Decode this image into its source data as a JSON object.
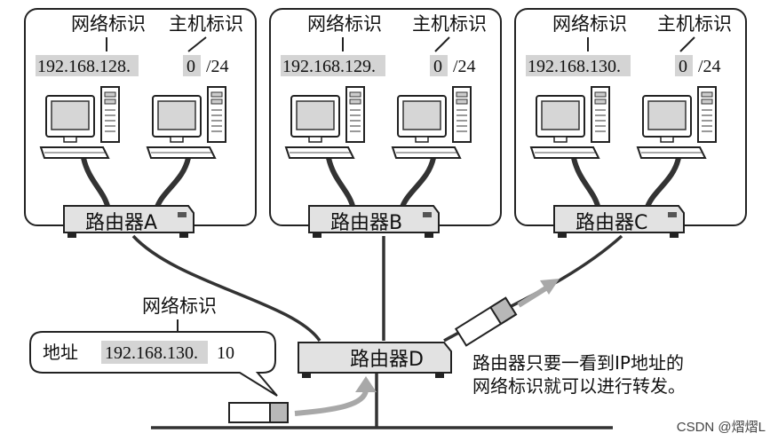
{
  "networks": [
    {
      "network_id_label": "网络标识",
      "host_id_label": "主机标识",
      "network_part": "192.168.128.",
      "host_part": "0",
      "prefix": "/24",
      "router_label": "路由器A"
    },
    {
      "network_id_label": "网络标识",
      "host_id_label": "主机标识",
      "network_part": "192.168.129.",
      "host_part": "0",
      "prefix": "/24",
      "router_label": "路由器B"
    },
    {
      "network_id_label": "网络标识",
      "host_id_label": "主机标识",
      "network_part": "192.168.130.",
      "host_part": "0",
      "prefix": "/24",
      "router_label": "路由器C"
    }
  ],
  "center_router_label": "路由器D",
  "bubble": {
    "network_id_label": "网络标识",
    "address_label": "地址",
    "network_part": "192.168.130.",
    "host_part": "10"
  },
  "note_line1": "路由器只要一看到IP地址的",
  "note_line2": "网络标识就可以进行转发。",
  "watermark": "CSDN @熠熠L",
  "colors": {
    "highlight": "#d4d4d4",
    "packet": "#b8b8b8",
    "arrow": "#a8a8a8",
    "line": "#222222"
  },
  "icons": [
    "computer-icon",
    "router-icon",
    "packet-icon",
    "arrow-icon"
  ]
}
